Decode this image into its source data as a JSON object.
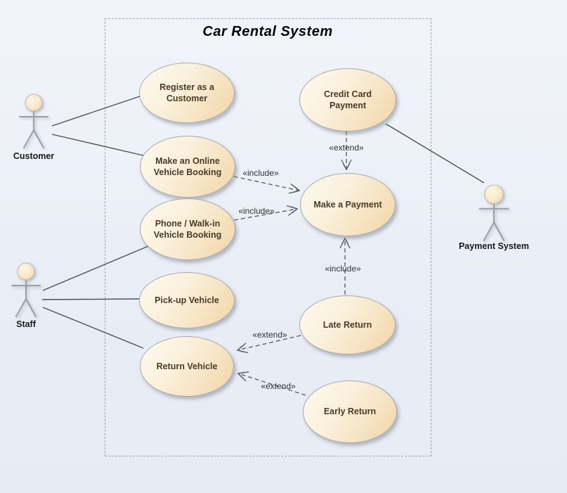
{
  "diagram": {
    "title": "Car Rental System"
  },
  "actors": [
    {
      "label": "Customer"
    },
    {
      "label": "Staff"
    },
    {
      "label": "Payment System"
    }
  ],
  "use_cases": [
    {
      "label": "Register as a Customer"
    },
    {
      "label": "Make an Online Vehicle Booking"
    },
    {
      "label": "Phone / Walk-in Vehicle Booking"
    },
    {
      "label": "Pick-up Vehicle"
    },
    {
      "label": "Return Vehicle"
    },
    {
      "label": "Credit Card Payment"
    },
    {
      "label": "Make a Payment"
    },
    {
      "label": "Late Return"
    },
    {
      "label": "Early Return"
    }
  ],
  "connectors": [
    {
      "label": "«include»"
    },
    {
      "label": "«include»"
    },
    {
      "label": "«extend»"
    },
    {
      "label": "«include»"
    },
    {
      "label": "«extend»"
    },
    {
      "label": "«extend»"
    }
  ]
}
